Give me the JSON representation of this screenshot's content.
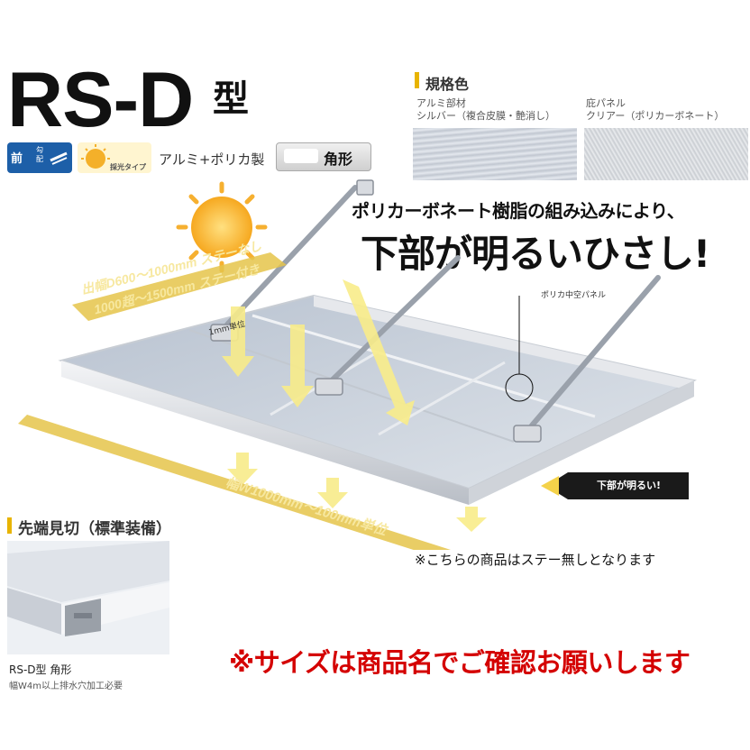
{
  "title": {
    "main": "RS-D",
    "suffix": "型"
  },
  "badges": {
    "front_slope_label": "前",
    "front_slope_small": "勾配",
    "daylight_label": "採光タイプ",
    "material": "アルミ+ポリカ製",
    "shape": "角形"
  },
  "spec": {
    "heading": "規格色",
    "items": [
      {
        "title": "アルミ部材",
        "value": "シルバー（複合皮膜・艶消し）",
        "color": "#c9ced6"
      },
      {
        "title": "庇パネル",
        "value": "クリアー（ポリカーボネート）",
        "color": "#d8dadd"
      }
    ]
  },
  "promo": {
    "line1": "ポリカーボネート樹脂の組み込みにより、",
    "line2": "下部が明るいひさし!"
  },
  "diagram": {
    "panel_label": "ポリカ中空パネル",
    "depth_line1": "出幅D600～1000mm ステーなし",
    "depth_line2": "1000超～1500mm ステー付き",
    "depth_unit": "1mm単位",
    "width_label": "幅W1000mm～100mm単位",
    "bright_tag": "下部が明るい!"
  },
  "notes": {
    "stay": "※こちらの商品はステー無しとなります",
    "size": "※サイズは商品名でご確認お願いします"
  },
  "end_section": {
    "heading": "先端見切（標準装備）",
    "caption1": "RS-D型 角形",
    "caption2": "幅W4m以上排水穴加工必要"
  },
  "colors": {
    "accent": "#e8b400",
    "brand_blue": "#1d5fa8",
    "warning_red": "#d40000"
  }
}
